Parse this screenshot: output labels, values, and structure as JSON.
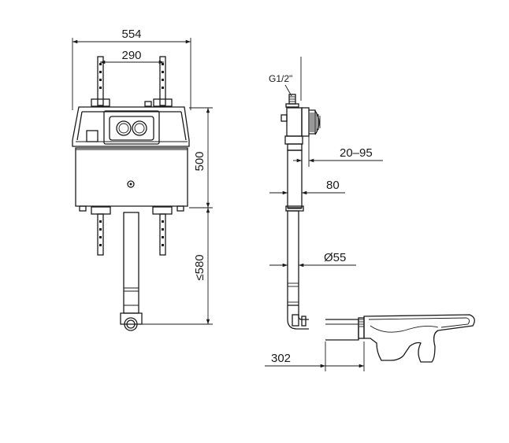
{
  "dimensions": {
    "overall_width": "554",
    "bracket_spacing": "290",
    "cistern_height": "500",
    "max_pipe_length": "≤580",
    "inlet_thread": "G1/2\"",
    "adjustment_range": "20–95",
    "depth": "80",
    "pipe_diameter": "Ø55",
    "pan_offset": "302"
  }
}
